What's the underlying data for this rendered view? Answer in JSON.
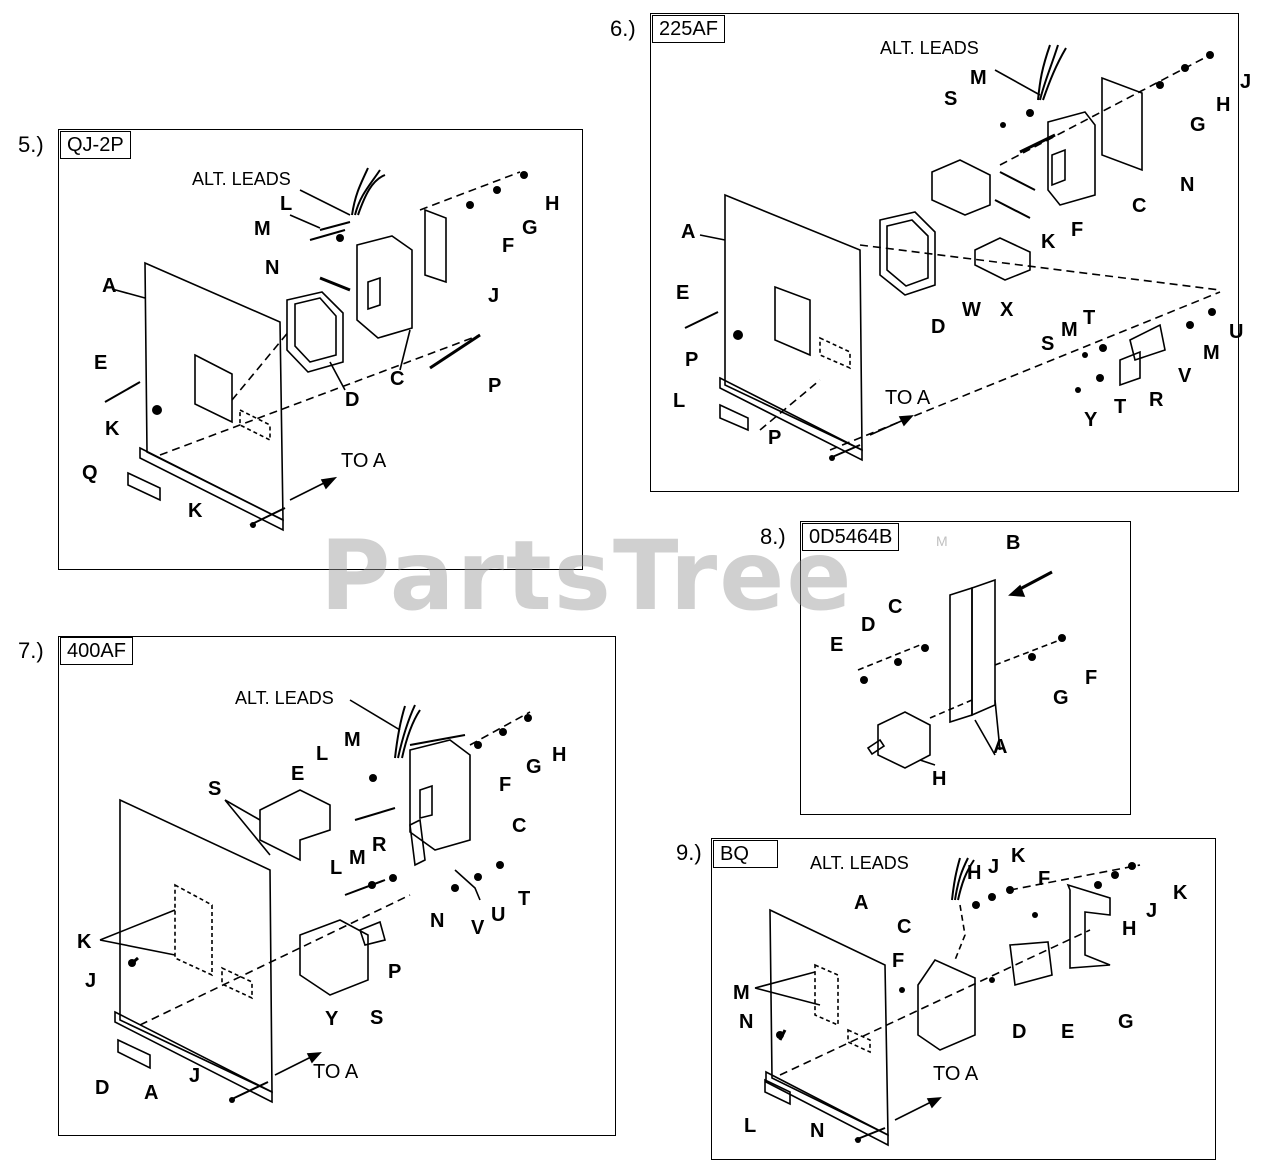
{
  "diagrams": [
    {
      "number": "5.)",
      "model": "QJ-2P",
      "callouts": [
        "ALT. LEADS",
        "L",
        "M",
        "N",
        "A",
        "E",
        "K",
        "Q",
        "K",
        "D",
        "C",
        "J",
        "F",
        "G",
        "H",
        "P",
        "TO A"
      ]
    },
    {
      "number": "6.)",
      "model": "225AF",
      "callouts": [
        "ALT. LEADS",
        "M",
        "S",
        "J",
        "H",
        "G",
        "N",
        "C",
        "F",
        "K",
        "A",
        "E",
        "P",
        "L",
        "P",
        "D",
        "W",
        "X",
        "TO A",
        "S",
        "M",
        "T",
        "U",
        "M",
        "V",
        "R",
        "T",
        "Y"
      ]
    },
    {
      "number": "7.)",
      "model": "400AF",
      "callouts": [
        "ALT. LEADS",
        "M",
        "L",
        "E",
        "S",
        "F",
        "G",
        "H",
        "C",
        "L",
        "M",
        "R",
        "T",
        "U",
        "V",
        "N",
        "K",
        "J",
        "P",
        "Y",
        "S",
        "D",
        "A",
        "J",
        "TO A"
      ]
    },
    {
      "number": "8.)",
      "model": "0D5464B",
      "callouts": [
        "B",
        "C",
        "D",
        "E",
        "F",
        "G",
        "A",
        "H"
      ]
    },
    {
      "number": "9.)",
      "model": "BQ",
      "callouts": [
        "ALT. LEADS",
        "H",
        "J",
        "K",
        "F",
        "A",
        "C",
        "F",
        "M",
        "N",
        "D",
        "E",
        "H",
        "J",
        "K",
        "G",
        "TO A",
        "L",
        "N"
      ]
    }
  ],
  "watermark": "PartsTree",
  "watermark_mark": "M"
}
